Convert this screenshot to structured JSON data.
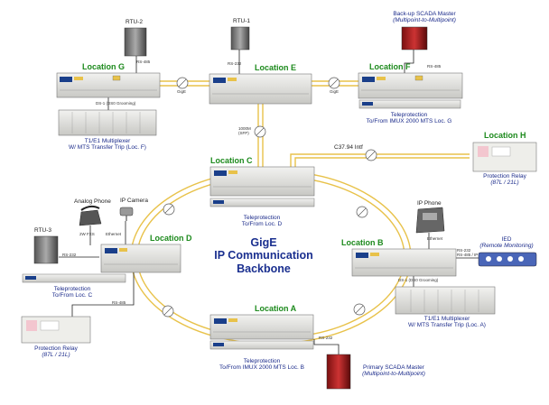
{
  "backbone": {
    "line1": "GigE",
    "line2": "IP Communication",
    "line3": "Backbone"
  },
  "locations": {
    "a": "Location A",
    "b": "Location B",
    "c": "Location C",
    "d": "Location D",
    "e": "Location E",
    "f": "Location F",
    "g": "Location G",
    "h": "Location H"
  },
  "devices": {
    "rtu1": "RTU-1",
    "rtu2": "RTU-2",
    "rtu3": "RTU-3",
    "backup_scada": "Back-up SCADA Master",
    "backup_scada_sub": "(Multipoint-to-Multipoint)",
    "primary_scada": "Primary SCADA Master",
    "primary_scada_sub": "(Multipoint-to-Multipoint)",
    "analog_phone": "Analog Phone",
    "ip_camera": "IP Camera",
    "ip_phone": "IP Phone",
    "ied": "IED",
    "ied_sub": "(Remote Monitoring)"
  },
  "captions": {
    "f_tp1": "Teleprotection",
    "f_tp2": "To/From IMUX 2000 MTS Loc. G",
    "g_mux1": "T1/E1 Multiplexer",
    "g_mux2": "W/ MTS Transfer Trip (Loc. F)",
    "c_tp1": "Teleprotection",
    "c_tp2": "To/From Loc. D",
    "h_relay1": "Protection Relay",
    "h_relay2": "(87L / 21L)",
    "d_tp1": "Teleprotection",
    "d_tp2": "To/From Loc. C",
    "d_relay1": "Protection Relay",
    "d_relay2": "(87L / 21L)",
    "b_mux1": "T1/E1 Multiplexer",
    "b_mux2": "W/ MTS Transfer Trip (Loc. A)",
    "a_tp1": "Teleprotection",
    "a_tp2": "To/From IMUX 2000 MTS Loc. B"
  },
  "links": {
    "rs485_rtu2": "RS-485",
    "rs232_rtu1": "RS-232",
    "rs485_f": "RS-485",
    "gige_left": "GigE",
    "gige_right": "GigE",
    "ds1_g": "DS-1 (DS0 Grooming)",
    "e_fiber1": "1000M",
    "e_fiber2": "(SFP)",
    "c3794": "C37.94 Intf",
    "rs232_rtu3": "RS-232",
    "twofxs": "2W FXS",
    "ethernet_d": "Ethernet",
    "rs485_d": "RS-485",
    "ethernet_b": "Ethernet",
    "rs232_ied1": "RS-232",
    "rs232_ied2": "RS-485 / IP",
    "ds1_b": "DS-1 (DS0 Grooming)",
    "rs232_a": "RS-232"
  },
  "colors": {
    "location": "#1d8a1d",
    "caption": "#1a2a8a",
    "fiber": "#e8c24a",
    "chassis": "#d5d5d2"
  }
}
